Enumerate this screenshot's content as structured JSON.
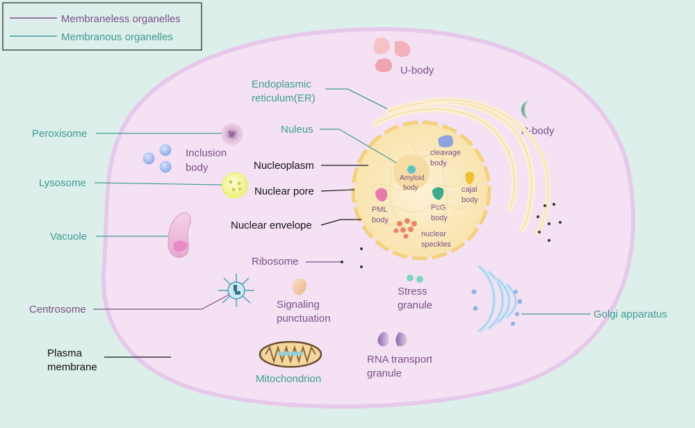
{
  "legend": {
    "membraneless": "Membraneless organelles",
    "membranous": "Membranous organelles"
  },
  "labels": {
    "u_body": "U-body",
    "er_1": "Endoplasmic",
    "er_2": "reticulum(ER)",
    "p_body": "P-body",
    "peroxisome": "Peroxisome",
    "inclusion_1": "Inclusion",
    "inclusion_2": "body",
    "nuleus": "Nuleus",
    "nucleoplasm": "Nucleoplasm",
    "lysosome": "Lysosome",
    "nuclear_pore": "Nuclear pore",
    "vacuole": "Vacuole",
    "nuclear_envelope": "Nuclear envelope",
    "ribosome": "Ribosome",
    "centrosome": "Centrosome",
    "signaling_1": "Signaling",
    "signaling_2": "punctuation",
    "stress_1": "Stress",
    "stress_2": "granule",
    "golgi": "Golgi apparatus",
    "plasma_1": "Plasma",
    "plasma_2": "membrane",
    "mitochondrion": "Mitochondrion",
    "rna_1": "RNA transport",
    "rna_2": "granule",
    "cleavage_1": "cleavage",
    "cleavage_2": "body",
    "amyloid_1": "Amyloid",
    "amyloid_2": "body",
    "cajal_1": "cajal",
    "cajal_2": "body",
    "pml_1": "PML",
    "pml_2": "body",
    "pcg_1": "PcG",
    "pcg_2": "body",
    "speckles_1": "nuclear",
    "speckles_2": "speckles"
  },
  "colors": {
    "background": "#dcefea",
    "cell_fill": "#f4e2f4",
    "cell_stroke": "#e6c9ea",
    "membraneless": "#7a4f86",
    "membranous": "#3f9a92",
    "black_label": "#111111",
    "nucleus_fill": "#fbedc8",
    "nucleus_stroke": "#f4cf7e"
  }
}
